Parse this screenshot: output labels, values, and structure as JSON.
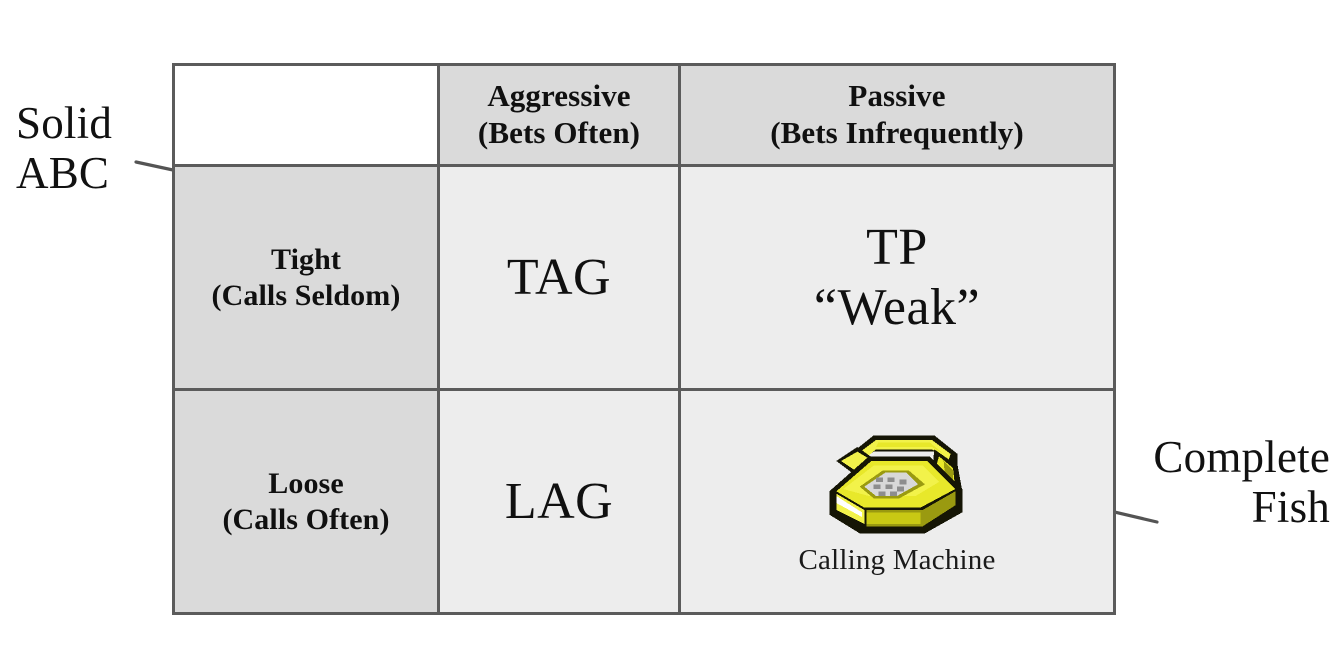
{
  "matrix": {
    "corner_label": "",
    "columns": [
      {
        "id": "aggressive",
        "label": "Aggressive\n(Bets Often)"
      },
      {
        "id": "passive",
        "label": "Passive\n(Bets Infrequently)"
      }
    ],
    "rows": [
      {
        "id": "tight",
        "label": "Tight\n(Calls Seldom)",
        "cells": [
          {
            "id": "tag",
            "text": "TAG"
          },
          {
            "id": "tp-weak",
            "text": "TP\n“Weak”"
          }
        ]
      },
      {
        "id": "loose",
        "label": "Loose\n(Calls Often)",
        "cells": [
          {
            "id": "lag",
            "text": "LAG"
          },
          {
            "id": "calling-machine",
            "text": "",
            "icon": "telephone-icon",
            "caption": "Calling Machine"
          }
        ]
      }
    ]
  },
  "annotations": [
    {
      "id": "solid-abc",
      "text": "Solid\nABC",
      "points_to": "tag"
    },
    {
      "id": "complete-fish",
      "text": "Complete\nFish",
      "points_to": "calling-machine"
    }
  ],
  "colors": {
    "header_fill": "#dadada",
    "label_fill": "#dadada",
    "data_fill": "#ededed",
    "corner_fill": "#ffffff",
    "border": "#5b5b5b",
    "text": "#101010",
    "arrow": "#545454",
    "phone_highlight": "#f2f24a",
    "phone_body": "#e8e82a",
    "phone_shadow": "#9a9a10",
    "phone_outline": "#151505",
    "phone_dial": "#d8d8d8"
  }
}
